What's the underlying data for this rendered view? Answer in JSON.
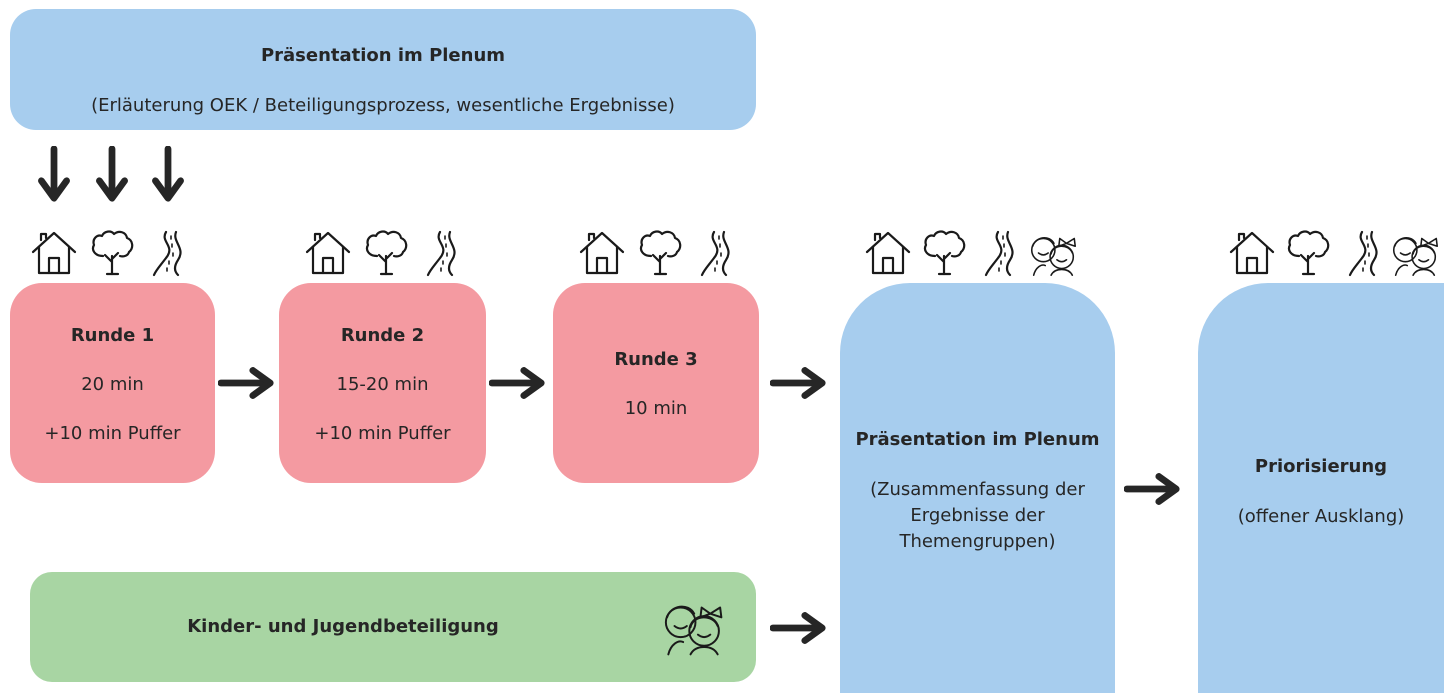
{
  "top_banner": {
    "title": "Präsentation im Plenum",
    "subtitle": "(Erläuterung OEK / Beteiligungsprozess, wesentliche Ergebnisse)"
  },
  "rounds": [
    {
      "title": "Runde 1",
      "duration": "20 min",
      "buffer": "+10 min Puffer"
    },
    {
      "title": "Runde 2",
      "duration": "15-20 min",
      "buffer": "+10 min Puffer"
    },
    {
      "title": "Runde 3",
      "duration": "10 min"
    }
  ],
  "plenum_box": {
    "title": "Präsentation im Plenum",
    "line1": "(Zusammenfassung der",
    "line2": "Ergebnisse der",
    "line3": "Themengruppen)"
  },
  "prioritization_box": {
    "title": "Priorisierung",
    "subtitle": "(offener Ausklang)"
  },
  "youth_box": {
    "label": "Kinder- und Jugendbeteiligung"
  },
  "colors": {
    "blue": "#a7cdee",
    "red": "#f49aa1",
    "green": "#a8d5a3",
    "arrow": "#262626"
  },
  "icon_names": [
    "house-icon",
    "tree-icon",
    "road-icon",
    "children-icon",
    "arrow-right-icon",
    "arrow-down-icon"
  ]
}
